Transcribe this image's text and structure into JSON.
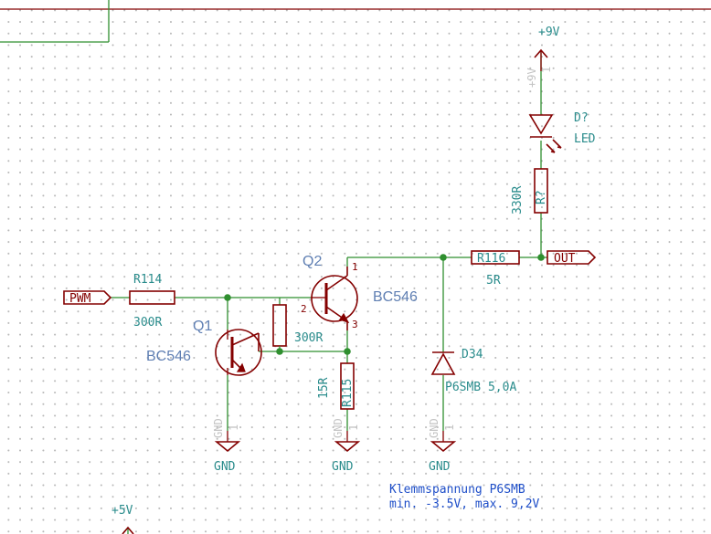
{
  "power": {
    "v9": "+9V",
    "v5": "+5V",
    "gnd1": "GND",
    "gnd2": "GND",
    "gnd3": "GND",
    "pin_ghost_9v": "+9V",
    "pin_ghost_gnd": "GND",
    "pin_num_1": "1"
  },
  "labels": {
    "pwm": "PWM",
    "out": "OUT"
  },
  "components": {
    "r114": {
      "ref": "R114",
      "value": "300R"
    },
    "r_base": {
      "value": "300R"
    },
    "r115": {
      "ref": "R115",
      "value": "15R"
    },
    "r116": {
      "ref": "R116",
      "value": "5R"
    },
    "r_led": {
      "ref": "R?",
      "value": "330R"
    },
    "d34": {
      "ref": "D34",
      "value": "P6SMB 5,0A"
    },
    "led": {
      "ref": "D?",
      "value": "LED"
    },
    "q1": {
      "ref": "Q1",
      "value": "BC546"
    },
    "q2": {
      "ref": "Q2",
      "value": "BC546",
      "pin1": "1",
      "pin2": "2",
      "pin3": "3"
    }
  },
  "note": {
    "line1": "Klemmspannung P6SMB",
    "line2": "min. -3.5V, max. 9,2V"
  },
  "colors": {
    "wire": "#2f8f2f",
    "component": "#840000",
    "ref_text": "#2a8c8c",
    "transistor_text": "#5f7fb3",
    "note_text": "#1e4ec8"
  }
}
